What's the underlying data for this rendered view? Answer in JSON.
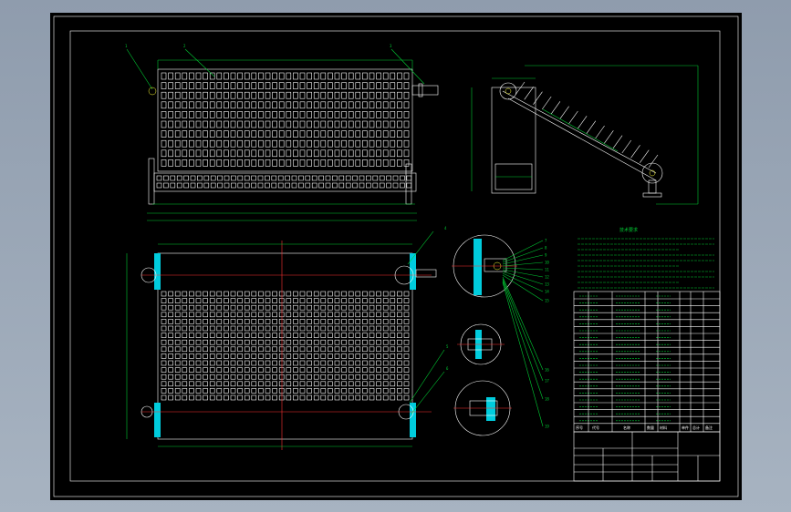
{
  "drawing": {
    "view_top": {
      "callouts": [
        "1",
        "2",
        "3"
      ]
    },
    "view_side": {},
    "view_plan": {
      "callouts": [
        "4",
        "5",
        "6"
      ]
    },
    "detail_callouts": [
      "7",
      "8",
      "9",
      "10",
      "11",
      "12",
      "13",
      "14",
      "15",
      "16",
      "17",
      "18",
      "19"
    ],
    "tech_notes": {
      "title": "技术要求"
    },
    "parts_table": {
      "header": [
        "序号",
        "代号",
        "名称",
        "数量",
        "材料",
        "单件",
        "总计",
        "备注"
      ]
    }
  },
  "colors": {
    "background": "#000000",
    "geometry": "#ffffff",
    "dimension": "#00cc33",
    "accent": "#00ccdd",
    "centerline": "#ff3333",
    "highlight": "#ffff33"
  }
}
